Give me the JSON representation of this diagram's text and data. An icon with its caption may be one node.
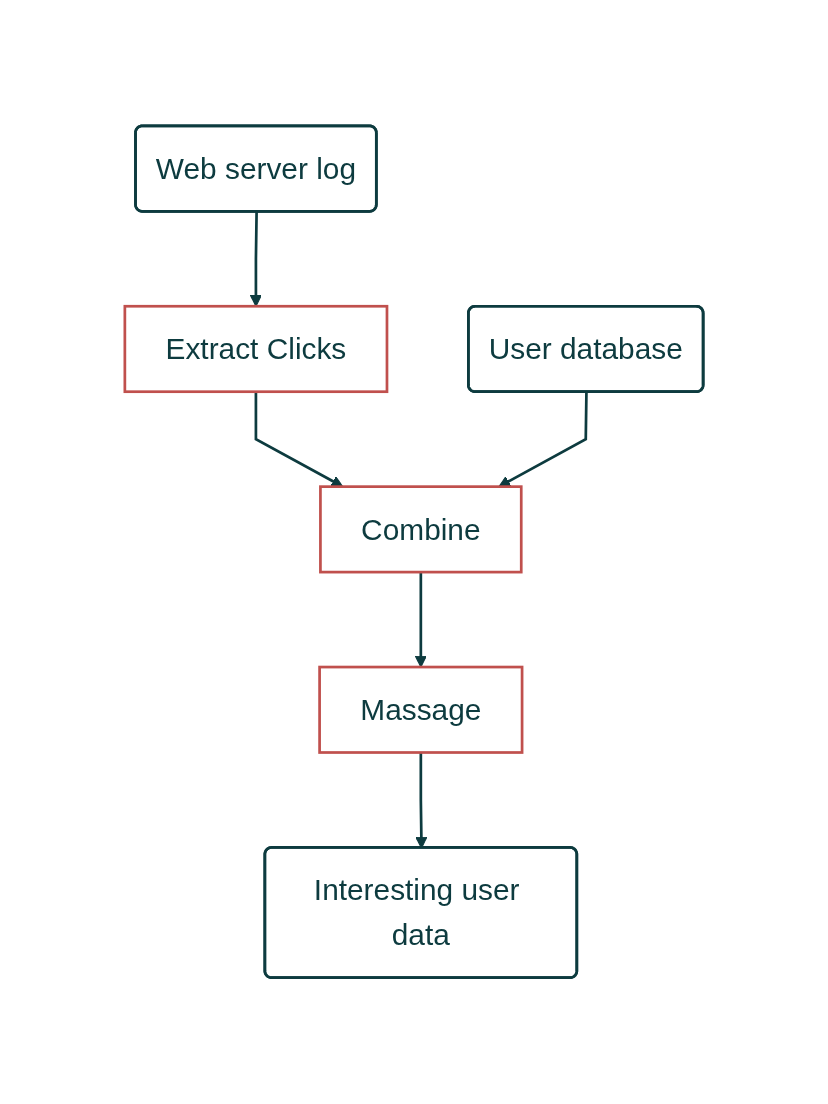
{
  "diagram": {
    "nodes": [
      {
        "text": [
          "Web server log"
        ]
      },
      {
        "text": [
          "Extract Clicks"
        ]
      },
      {
        "text": [
          "User database"
        ]
      },
      {
        "text": [
          "Combine"
        ]
      },
      {
        "text": [
          "Massage"
        ]
      },
      {
        "text": [
          "Interesting user data"
        ]
      }
    ],
    "edges": [
      {
        "from": 0,
        "to": 1,
        "arrow": "to"
      },
      {
        "from": 1,
        "to": 3,
        "arrow": "to"
      },
      {
        "from": 2,
        "to": 3,
        "arrow": "to"
      },
      {
        "from": 3,
        "to": 4,
        "arrow": "to"
      },
      {
        "from": 4,
        "to": 5,
        "arrow": "to"
      }
    ]
  }
}
